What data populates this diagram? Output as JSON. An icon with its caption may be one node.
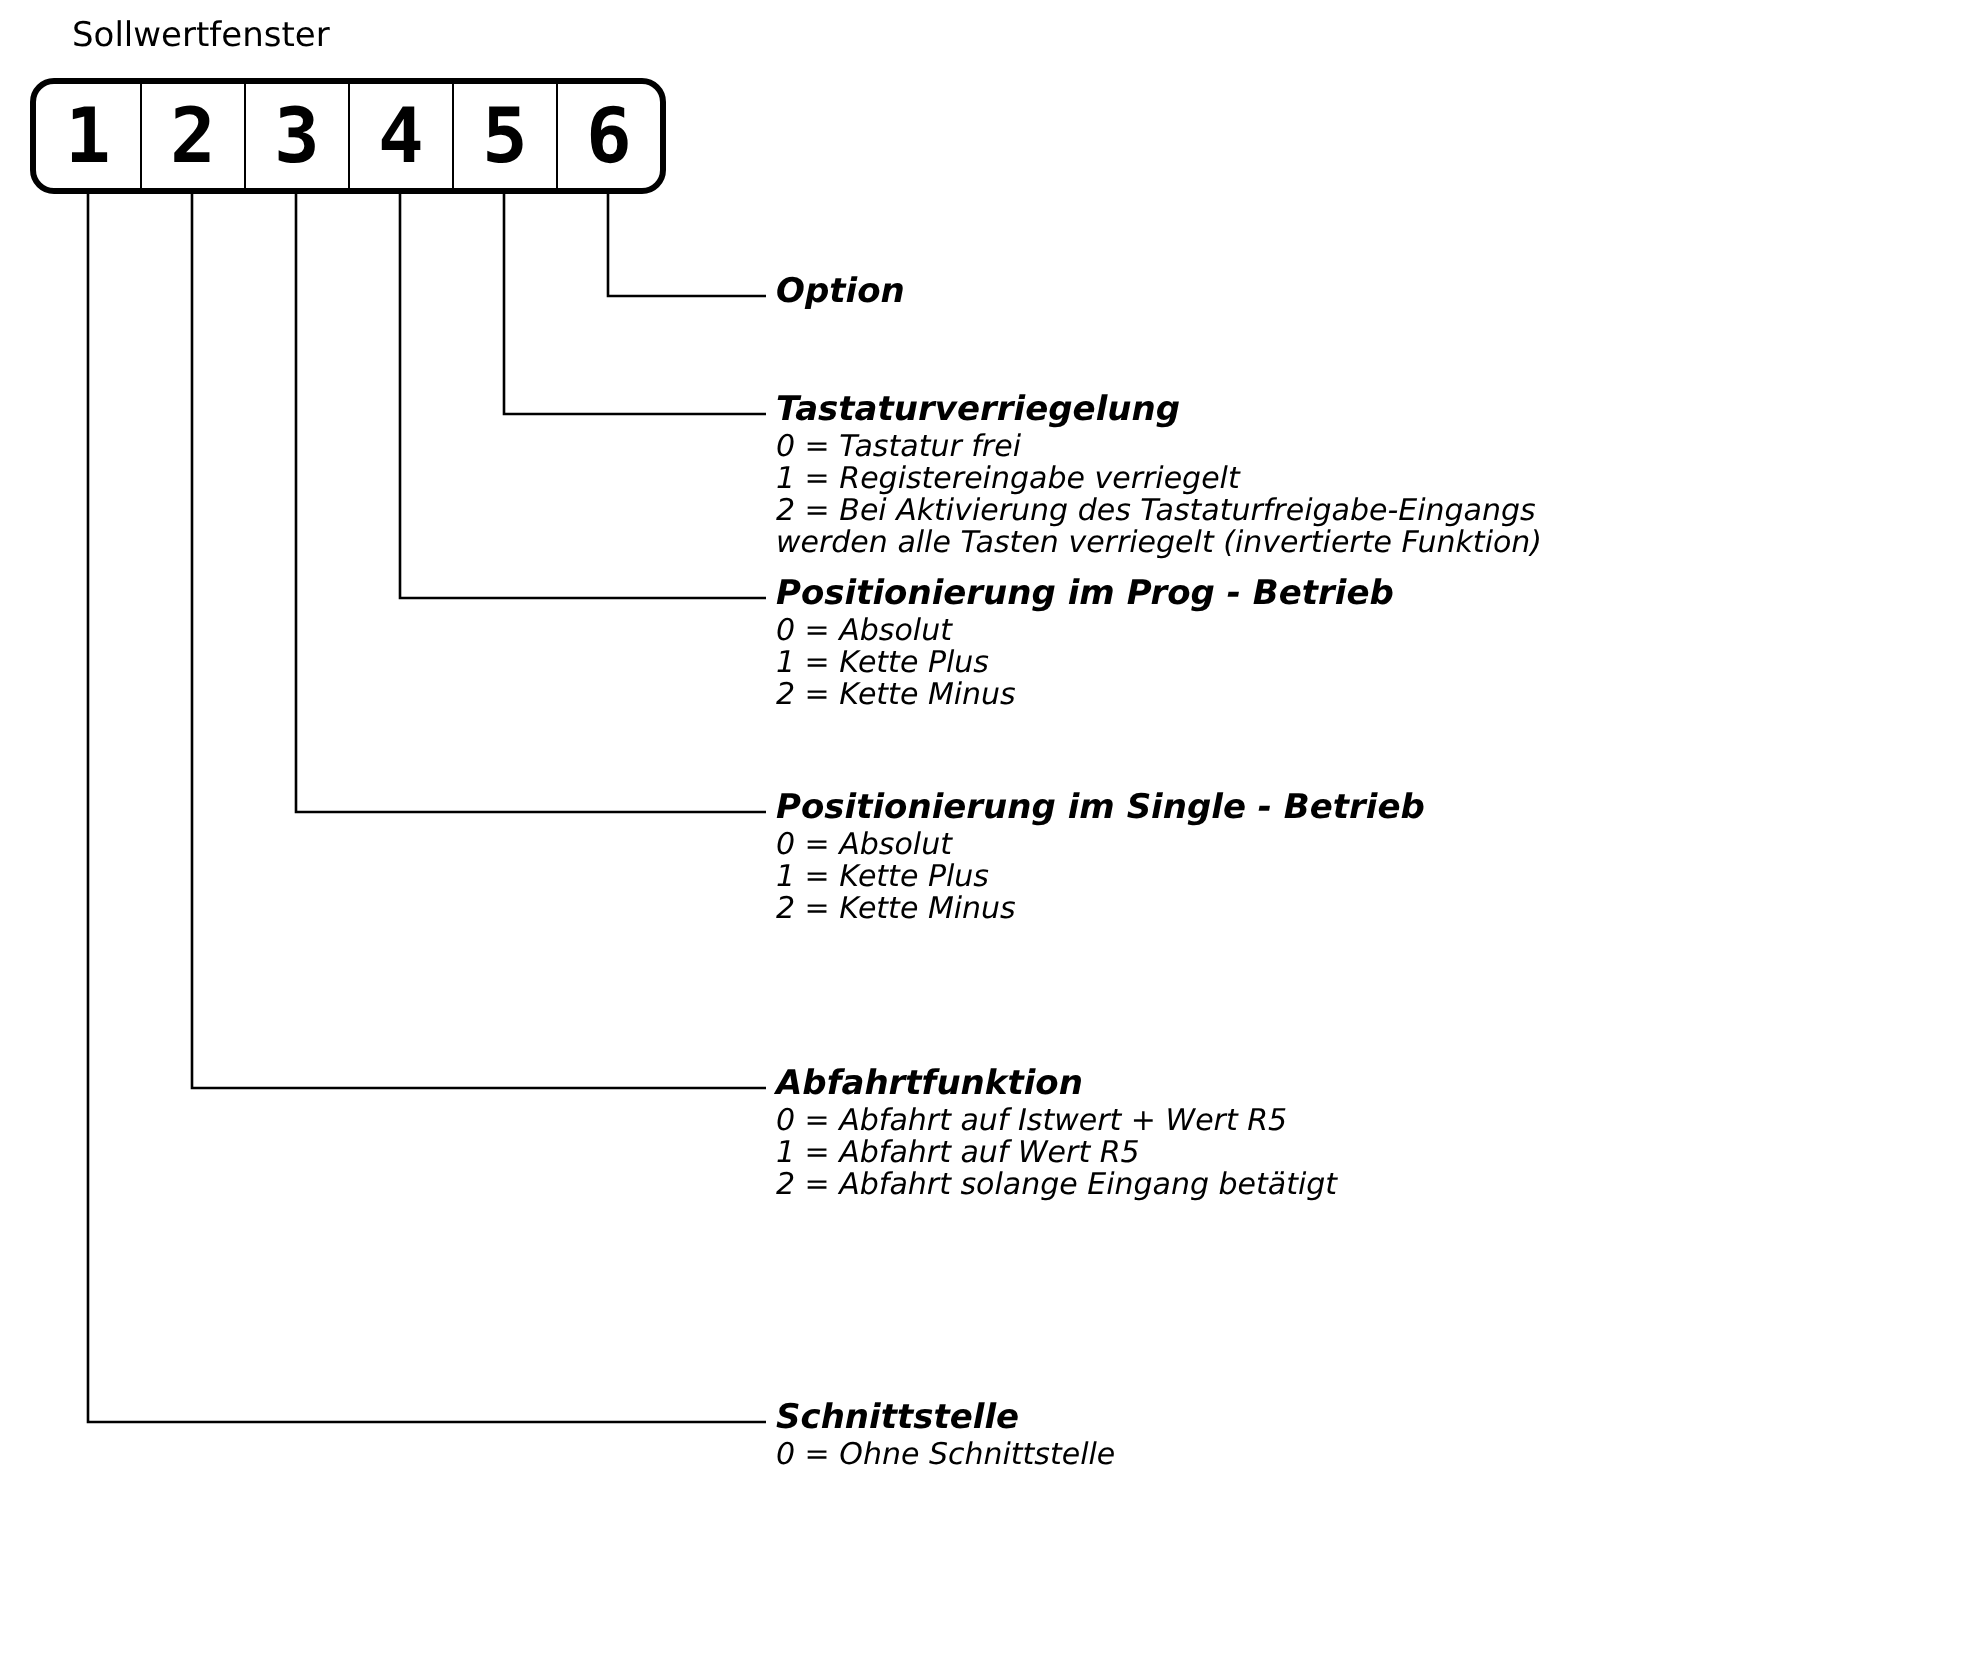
{
  "diagram": {
    "nodes": [
      {
        "text": [
          "Sollwertfenster"
        ]
      },
      {
        "text": [
          "1"
        ],
        "in": 0
      },
      {
        "text": [
          "2"
        ],
        "in": 0
      },
      {
        "text": [
          "3"
        ],
        "in": 0
      },
      {
        "text": [
          "4"
        ],
        "in": 0
      },
      {
        "text": [
          "5"
        ],
        "in": 0
      },
      {
        "text": [
          "6"
        ],
        "in": 0
      },
      {
        "text": [
          "Option"
        ]
      },
      {
        "text": [
          "Tastaturverriegelung",
          "0 = Tastatur frei",
          "1 = Registereingabe verriegelt",
          "2 = Bei Aktivierung des Tastaturfreigabe-Eingangs",
          "werden alle Tasten verriegelt (invertierte Funktion)"
        ]
      },
      {
        "text": [
          "Positionierung im Prog - Betrieb",
          "0 = Absolut",
          "1 = Kette Plus",
          "2 = Kette Minus"
        ]
      },
      {
        "text": [
          "Positionierung im Single - Betrieb",
          "0 = Absolut",
          "1 = Kette Plus",
          "2 = Kette Minus"
        ]
      },
      {
        "text": [
          "Abfahrtfunktion",
          "0 = Abfahrt auf Istwert + Wert R5",
          "1 = Abfahrt auf Wert R5",
          "2 = Abfahrt solange Eingang betätigt"
        ]
      },
      {
        "text": [
          "Schnittstelle",
          "0 = Ohne Schnittstelle"
        ]
      }
    ],
    "edges": [
      {
        "from": 6,
        "to": 7,
        "arrow": "none"
      },
      {
        "from": 5,
        "to": 8,
        "arrow": "none"
      },
      {
        "from": 4,
        "to": 9,
        "arrow": "none"
      },
      {
        "from": 3,
        "to": 10,
        "arrow": "none"
      },
      {
        "from": 2,
        "to": 11,
        "arrow": "none"
      },
      {
        "from": 1,
        "to": 12,
        "arrow": "none"
      }
    ]
  }
}
